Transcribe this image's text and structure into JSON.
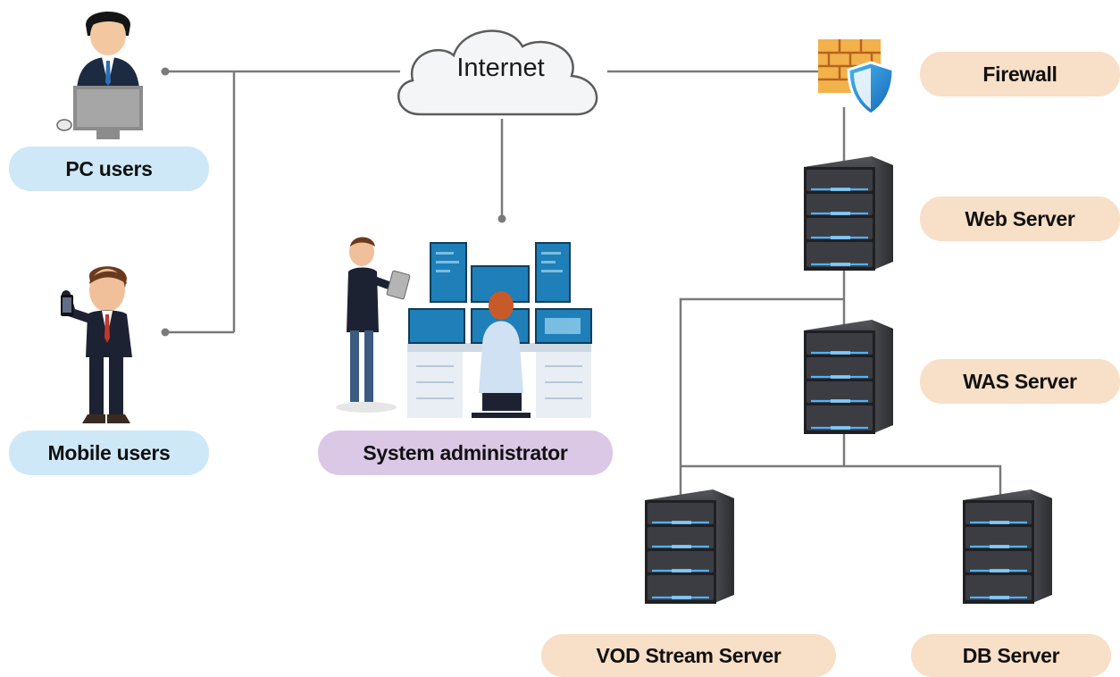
{
  "nodes": {
    "internet": {
      "label": "Internet"
    },
    "pc_users": {
      "label": "PC users"
    },
    "mobile_users": {
      "label": "Mobile users"
    },
    "sys_admin": {
      "label": "System administrator"
    },
    "firewall": {
      "label": "Firewall"
    },
    "web_server": {
      "label": "Web Server"
    },
    "was_server": {
      "label": "WAS Server"
    },
    "vod_server": {
      "label": "VOD Stream Server"
    },
    "db_server": {
      "label": "DB Server"
    }
  },
  "colors": {
    "line": "#7a7a7a",
    "user_pill": "#cfe8f8",
    "admin_pill": "#dbc8e6",
    "server_pill": "#f8dfc7",
    "server_body": "#2b2b2e",
    "server_glow": "#4fb2ff"
  },
  "icons": [
    "pc-user-icon",
    "mobile-user-icon",
    "cloud-icon",
    "admin-desk-icon",
    "firewall-icon",
    "server-rack-icon"
  ]
}
